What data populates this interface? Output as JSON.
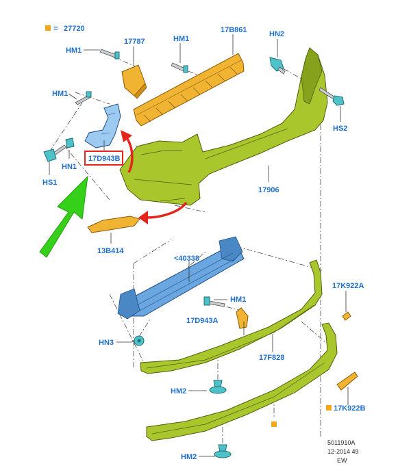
{
  "legend": {
    "swatch_color": "#f2a81d",
    "code": "27720"
  },
  "labels": {
    "hm1_top": "HM1",
    "p17787": "17787",
    "hm1_mid": "HM1",
    "p17B861": "17B861",
    "hn2": "HN2",
    "hm1_left": "HM1",
    "hs2": "HS2",
    "hn1": "HN1",
    "p17D943B": "17D943B",
    "hs1": "HS1",
    "p17906": "17906",
    "p13B414": "13B414",
    "p40338": "<40338",
    "p17K922A": "17K922A",
    "hm1_lower": "HM1",
    "p17D943A": "17D943A",
    "hn3": "HN3",
    "p17F828": "17F828",
    "hm2_a": "HM2",
    "p17K922B": "17K922B",
    "hm2_b": "HM2"
  },
  "reference": {
    "id": "5011910A",
    "date": "12-2014 49",
    "author": "EW"
  },
  "colors": {
    "callout_text": "#1f6fd1",
    "bumper_green": "#a9c62c",
    "bracket_orange": "#f0b432",
    "beam_blue": "#6aa6df",
    "fastener_teal": "#4fc2c9",
    "highlight_red": "#e5251c",
    "pointer_green": "#35d11a"
  }
}
